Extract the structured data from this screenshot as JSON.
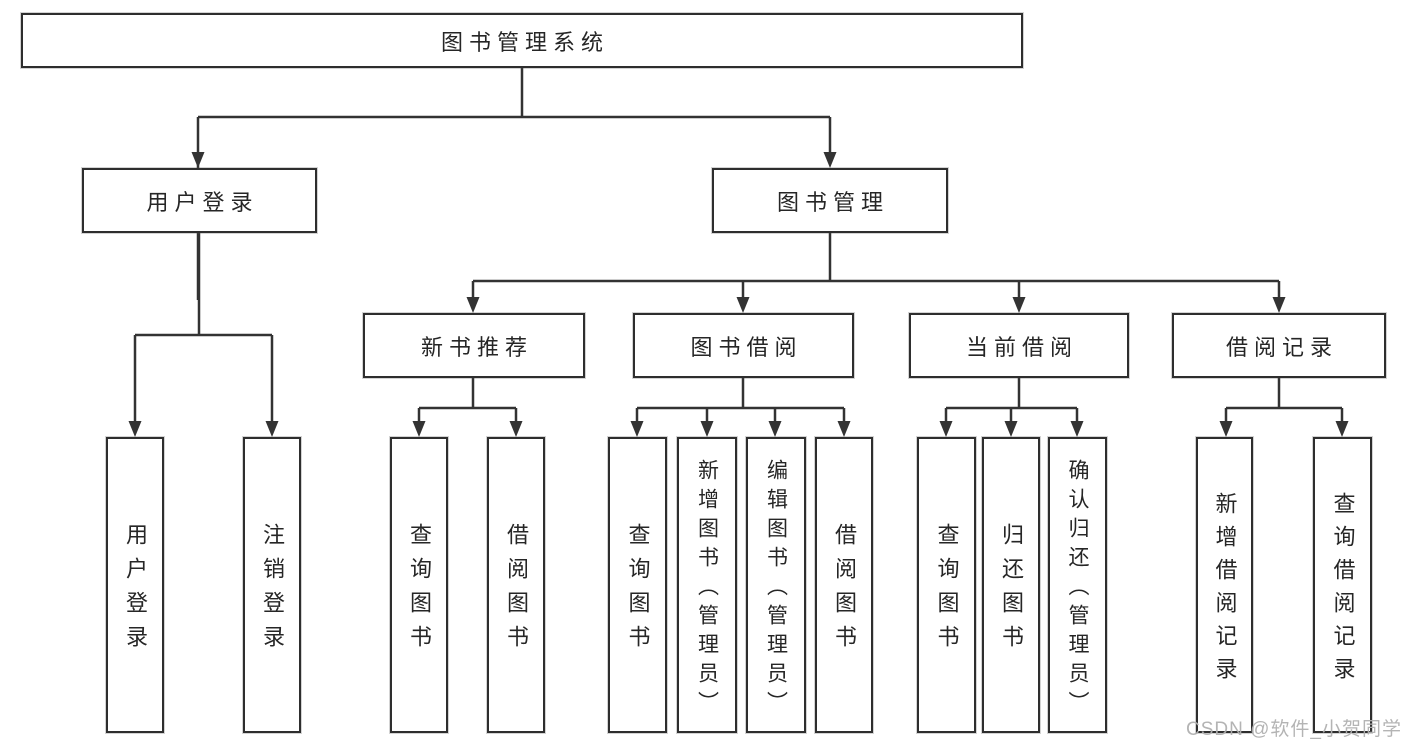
{
  "diagram": {
    "root": "图书管理系统",
    "level2": [
      "用户登录",
      "图书管理"
    ],
    "level3": [
      "新书推荐",
      "图书借阅",
      "当前借阅",
      "借阅记录"
    ],
    "leaves": {
      "login": [
        "用户登录",
        "注销登录"
      ],
      "new_books": [
        "查询图书",
        "借阅图书"
      ],
      "borrow": [
        "查询图书",
        "新增图书（管理员）",
        "编辑图书（管理员）",
        "借阅图书"
      ],
      "current": [
        "查询图书",
        "归还图书",
        "确认归还（管理员）"
      ],
      "records": [
        "新增借阅记录",
        "查询借阅记录"
      ]
    }
  },
  "colors": {
    "line": "#333333",
    "border": "#2e2e2e",
    "text": "#262626",
    "background": "#ffffff",
    "watermark": "#b0b0b0"
  },
  "watermark": "CSDN @软件_小贺同学"
}
